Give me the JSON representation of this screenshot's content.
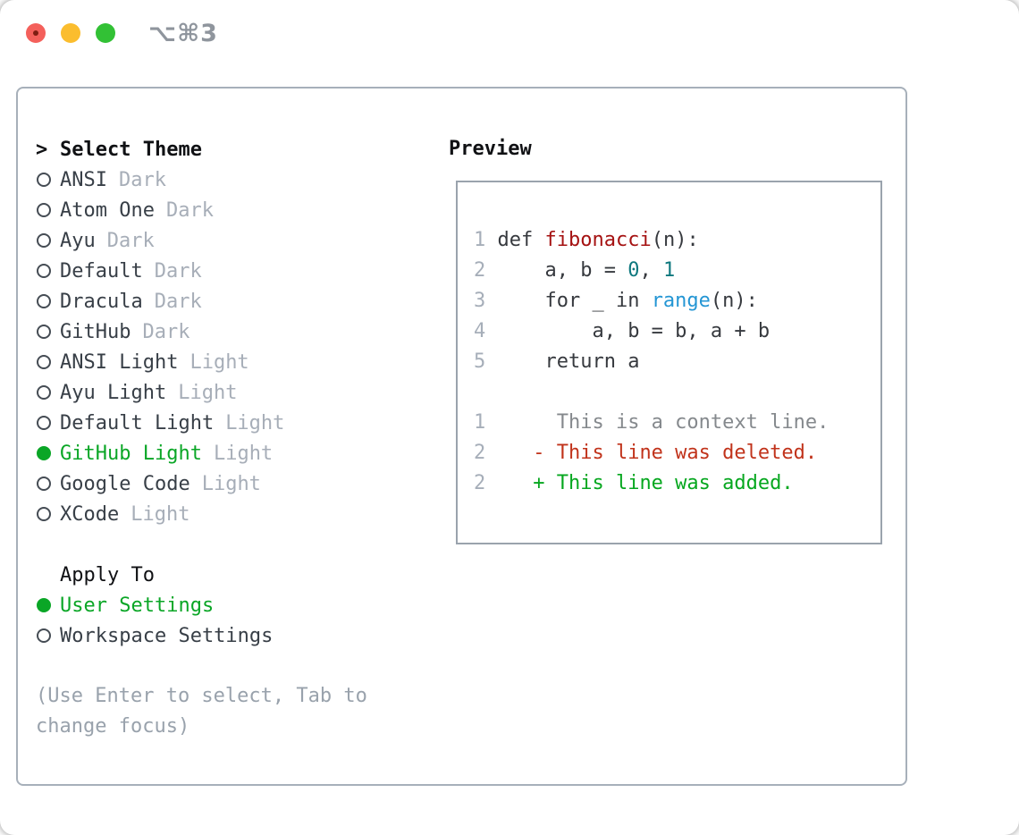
{
  "titlebar": {
    "title": "⌥⌘3"
  },
  "panel": {
    "theme": {
      "prompt": ">",
      "header": "Select Theme",
      "items": [
        {
          "name": "ANSI",
          "variant": "Dark",
          "selected": false
        },
        {
          "name": "Atom One",
          "variant": "Dark",
          "selected": false
        },
        {
          "name": "Ayu",
          "variant": "Dark",
          "selected": false
        },
        {
          "name": "Default",
          "variant": "Dark",
          "selected": false
        },
        {
          "name": "Dracula",
          "variant": "Dark",
          "selected": false
        },
        {
          "name": "GitHub",
          "variant": "Dark",
          "selected": false
        },
        {
          "name": "ANSI Light",
          "variant": "Light",
          "selected": false
        },
        {
          "name": "Ayu Light",
          "variant": "Light",
          "selected": false
        },
        {
          "name": "Default Light",
          "variant": "Light",
          "selected": false
        },
        {
          "name": "GitHub Light",
          "variant": "Light",
          "selected": true
        },
        {
          "name": "Google Code",
          "variant": "Light",
          "selected": false
        },
        {
          "name": "XCode",
          "variant": "Light",
          "selected": false
        }
      ]
    },
    "apply": {
      "header": "Apply To",
      "items": [
        {
          "name": "User Settings",
          "selected": true
        },
        {
          "name": "Workspace Settings",
          "selected": false
        }
      ]
    },
    "hint_lines": [
      "(Use Enter to select, Tab to",
      "change focus)"
    ],
    "preview": {
      "title": "Preview",
      "lines": [
        {
          "segments": [
            {
              "text": "1 ",
              "token": "lineno"
            },
            {
              "text": "def ",
              "token": "plain"
            },
            {
              "text": "fibonacci",
              "token": "function"
            },
            {
              "text": "(n):",
              "token": "plain"
            }
          ]
        },
        {
          "segments": [
            {
              "text": "2 ",
              "token": "lineno"
            },
            {
              "text": "    a, b = ",
              "token": "plain"
            },
            {
              "text": "0",
              "token": "number"
            },
            {
              "text": ", ",
              "token": "plain"
            },
            {
              "text": "1",
              "token": "number"
            }
          ]
        },
        {
          "segments": [
            {
              "text": "3 ",
              "token": "lineno"
            },
            {
              "text": "    for _ in ",
              "token": "plain"
            },
            {
              "text": "range",
              "token": "builtin"
            },
            {
              "text": "(n):",
              "token": "plain"
            }
          ]
        },
        {
          "segments": [
            {
              "text": "4 ",
              "token": "lineno"
            },
            {
              "text": "        a, b = b, a + b",
              "token": "plain"
            }
          ]
        },
        {
          "segments": [
            {
              "text": "5 ",
              "token": "lineno"
            },
            {
              "text": "    return a",
              "token": "plain"
            }
          ]
        },
        {
          "segments": []
        },
        {
          "segments": [
            {
              "text": "1 ",
              "token": "lineno"
            },
            {
              "text": "     This is a context line.",
              "token": "context"
            }
          ]
        },
        {
          "segments": [
            {
              "text": "2 ",
              "token": "lineno"
            },
            {
              "text": "   - This line was deleted.",
              "token": "deleted"
            }
          ]
        },
        {
          "segments": [
            {
              "text": "2 ",
              "token": "lineno"
            },
            {
              "text": "   + This line was added.",
              "token": "added"
            }
          ]
        }
      ]
    }
  },
  "colors": {
    "accent_green": "#0aa626",
    "list_fg": "#383f47",
    "variant_gray": "#a7aeb8",
    "header_black": "#101114",
    "hint_gray": "#99a2ac",
    "panel_border": "#a7b0ba",
    "preview_border": "#9aa3ad",
    "radio_outline": "#454c54",
    "code_fg": "#36393e",
    "lineno": "#a6aeb9",
    "function_red": "#a51212",
    "number_teal": "#0e787e",
    "builtin_blue": "#2496d4",
    "context_gray": "#85898d",
    "deleted_red": "#c1331b",
    "added_green": "#06a71f",
    "traffic_red": "#f4605b",
    "traffic_red_dot": "#7f1d12",
    "traffic_yellow": "#fbbd2e",
    "traffic_green": "#32c135",
    "title_gray": "#8f959d"
  }
}
